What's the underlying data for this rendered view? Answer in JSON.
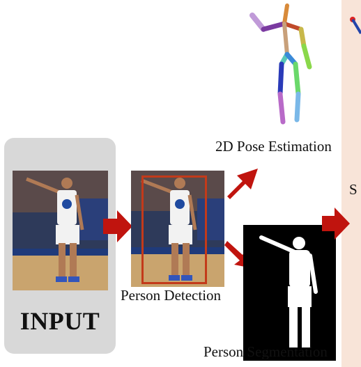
{
  "input": {
    "label": "INPUT"
  },
  "captions": {
    "person_detection": "Person Detection",
    "pose_estimation": "2D Pose Estimation",
    "person_segmentation": "Person Segmentation",
    "next_stage_partial": "S"
  },
  "colors": {
    "arrow": "#c0140e",
    "bbox": "#c33a1a",
    "input_panel": "#d8d8d8",
    "right_panel": "#f8e4d8"
  }
}
